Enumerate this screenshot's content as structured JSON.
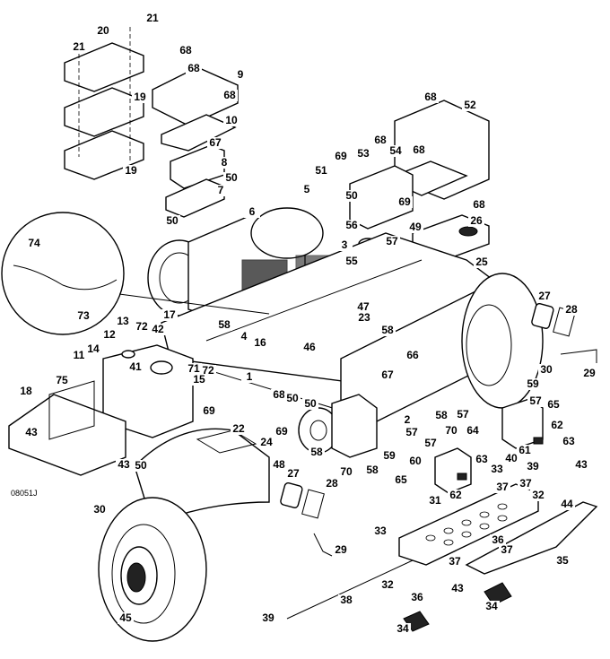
{
  "drawing_code": "08051J",
  "callouts": [
    "21",
    "21",
    "20",
    "68",
    "19",
    "68",
    "9",
    "68",
    "10",
    "67",
    "8",
    "50",
    "7",
    "50",
    "19",
    "68",
    "52",
    "68",
    "68",
    "69",
    "53",
    "54",
    "51",
    "50",
    "69",
    "68",
    "49",
    "26",
    "5",
    "6",
    "56",
    "57",
    "3",
    "55",
    "25",
    "74",
    "73",
    "13",
    "17",
    "12",
    "72",
    "42",
    "58",
    "4",
    "16",
    "47",
    "23",
    "58",
    "46",
    "66",
    "14",
    "11",
    "41",
    "71",
    "72",
    "15",
    "1",
    "68",
    "50",
    "67",
    "2",
    "30",
    "27",
    "28",
    "29",
    "59",
    "57",
    "65",
    "58",
    "57",
    "70",
    "62",
    "63",
    "61",
    "64",
    "57",
    "50",
    "75",
    "18",
    "69",
    "22",
    "69",
    "43",
    "43",
    "24",
    "50",
    "48",
    "58",
    "70",
    "58",
    "59",
    "60",
    "57",
    "63",
    "33",
    "40",
    "39",
    "37",
    "65",
    "62",
    "37",
    "32",
    "31",
    "43",
    "44",
    "36",
    "37",
    "35",
    "37",
    "33",
    "32",
    "36",
    "43",
    "30",
    "27",
    "28",
    "29",
    "45",
    "39",
    "38",
    "34",
    "34"
  ]
}
